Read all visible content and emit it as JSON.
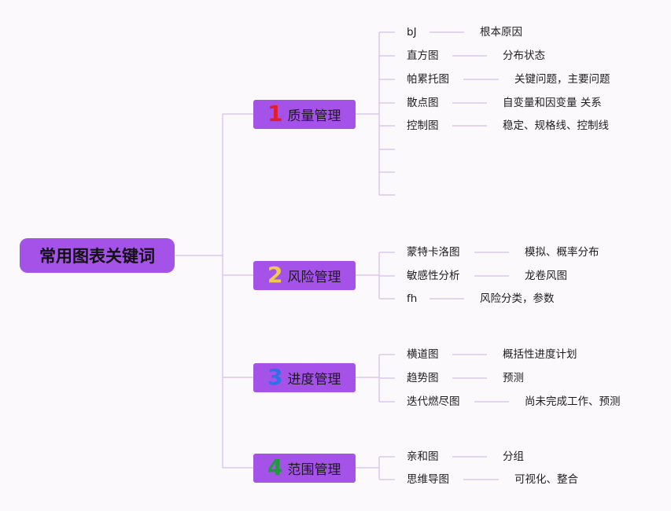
{
  "root": {
    "label": "常用图表关键词"
  },
  "colors": {
    "node": "#a552e9",
    "line": "#d9c8ef",
    "num1": "#e11d2e",
    "num2": "#f2c94c",
    "num3": "#2f6fe8",
    "num4": "#1f9a3b"
  },
  "branches": [
    {
      "num": "1",
      "label": "质量管理",
      "items": [
        {
          "label": "bJ",
          "note": "根本原因"
        },
        {
          "label": "直方图",
          "note": "分布状态"
        },
        {
          "label": "帕累托图",
          "note": "关键问题，主要问题"
        },
        {
          "label": "散点图",
          "note": "自变量和因变量 关系"
        },
        {
          "label": "控制图",
          "note": "稳定、规格线、控制线"
        },
        {
          "label": "",
          "note": ""
        },
        {
          "label": "",
          "note": ""
        },
        {
          "label": "",
          "note": ""
        }
      ]
    },
    {
      "num": "2",
      "label": "风险管理",
      "items": [
        {
          "label": "蒙特卡洛图",
          "note": "模拟、概率分布"
        },
        {
          "label": "敏感性分析",
          "note": "龙卷风图"
        },
        {
          "label": "fh",
          "note": "风险分类，参数"
        }
      ]
    },
    {
      "num": "3",
      "label": "进度管理",
      "items": [
        {
          "label": "横道图",
          "note": "概括性进度计划"
        },
        {
          "label": "趋势图",
          "note": "预测"
        },
        {
          "label": "迭代燃尽图",
          "note": "尚未完成工作、预测"
        }
      ]
    },
    {
      "num": "4",
      "label": "范围管理",
      "items": [
        {
          "label": "亲和图",
          "note": "分组"
        },
        {
          "label": "思维导图",
          "note": "可视化、整合"
        }
      ]
    }
  ]
}
